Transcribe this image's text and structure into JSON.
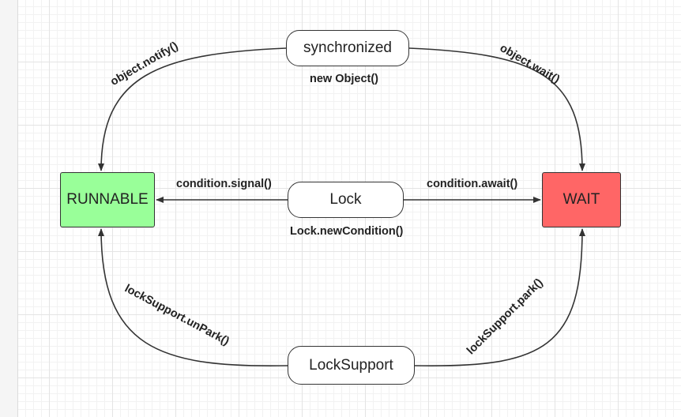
{
  "nodes": {
    "synchronized": "synchronized",
    "lock": "Lock",
    "locksupport": "LockSupport",
    "runnable": "RUNNABLE",
    "wait": "WAIT"
  },
  "labels": {
    "new_object": "new Object()",
    "lock_new_condition": "Lock.newCondition()",
    "condition_signal": "condition.signal()",
    "condition_await": "condition.await()",
    "object_notify": "object.notify()",
    "object_wait": "object.wait()",
    "locksupport_unpark": "lockSupport.unPark()",
    "locksupport_park": "lockSupport.park()"
  },
  "colors": {
    "runnable_fill": "#99ff99",
    "wait_fill": "#ff6666",
    "stroke": "#333333"
  }
}
